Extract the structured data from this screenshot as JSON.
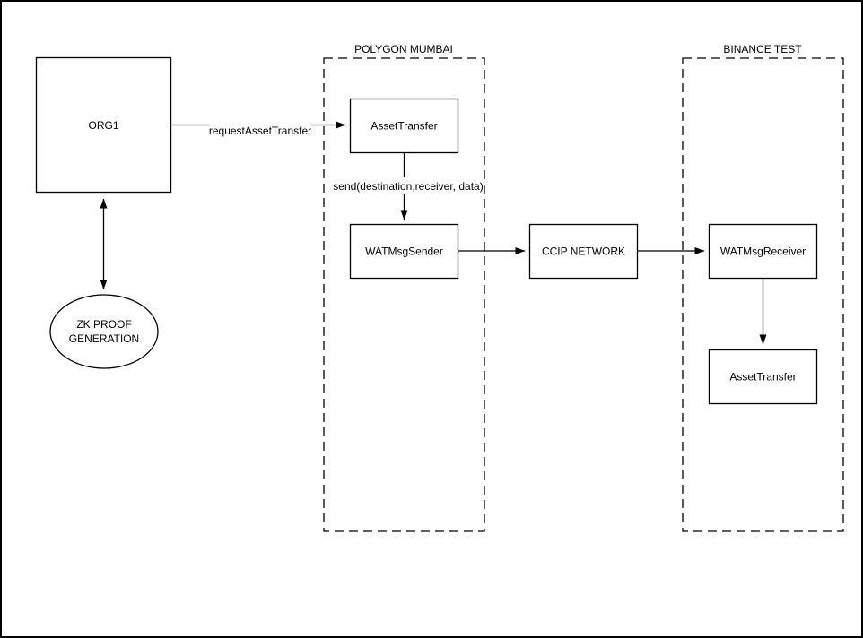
{
  "diagram": {
    "groups": {
      "polygon_mumbai": {
        "label": "POLYGON MUMBAI"
      },
      "binance_test": {
        "label": "BINANCE TEST"
      }
    },
    "nodes": {
      "org1": {
        "label": "ORG1"
      },
      "zk_proof": {
        "line1": "ZK PROOF",
        "line2": "GENERATION"
      },
      "asset_transfer_source": {
        "label": "AssetTransfer"
      },
      "watmsg_sender": {
        "label": "WATMsgSender"
      },
      "ccip_network": {
        "label": "CCIP NETWORK"
      },
      "watmsg_receiver": {
        "label": "WATMsgReceiver"
      },
      "asset_transfer_dest": {
        "label": "AssetTransfer"
      }
    },
    "edges": {
      "request_asset_transfer": {
        "label": "requestAssetTransfer"
      },
      "send_message": {
        "label": "send(destination,receiver, data)"
      }
    },
    "colors": {
      "stroke": "#000000",
      "background": "#ffffff"
    }
  }
}
